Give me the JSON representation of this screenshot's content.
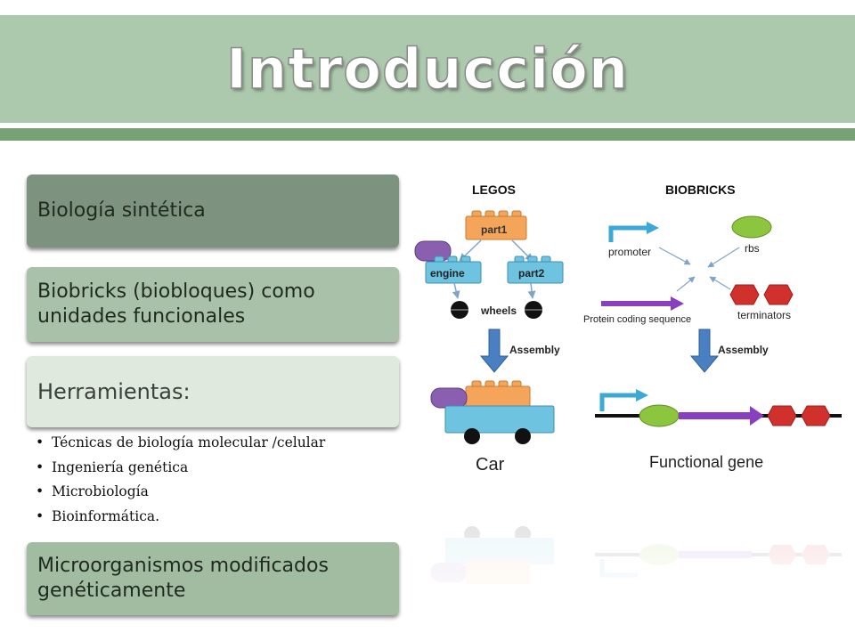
{
  "title": "Introducción",
  "boxes": {
    "synthetic_biology": "Biología sintética",
    "biobricks": "Biobricks (biobloques) como unidades funcionales",
    "tools": "Herramientas:",
    "gmo": "Microorganismos modificados genéticamente"
  },
  "tools_list": [
    "Técnicas de biología molecular /celular",
    "Ingeniería genética",
    "Microbiología",
    "Bioinformática."
  ],
  "diagram": {
    "legos_heading": "LEGOS",
    "biobricks_heading": "BIOBRICKS",
    "part1": "part1",
    "engine": "engine",
    "part2": "part2",
    "wheels": "wheels",
    "assembly_left": "Assembly",
    "car": "Car",
    "promoter": "promoter",
    "rbs": "rbs",
    "protein_coding": "Protein coding sequence",
    "terminators": "terminators",
    "assembly_right": "Assembly",
    "functional_gene": "Functional gene",
    "colors": {
      "lego_orange": "#f4a55a",
      "lego_blue": "#6ec3e0",
      "lego_purple": "#8a5fb0",
      "rbs_green": "#8cc63f",
      "terminator_red": "#d0312d",
      "arrow_blue": "#4a7fc1"
    }
  }
}
